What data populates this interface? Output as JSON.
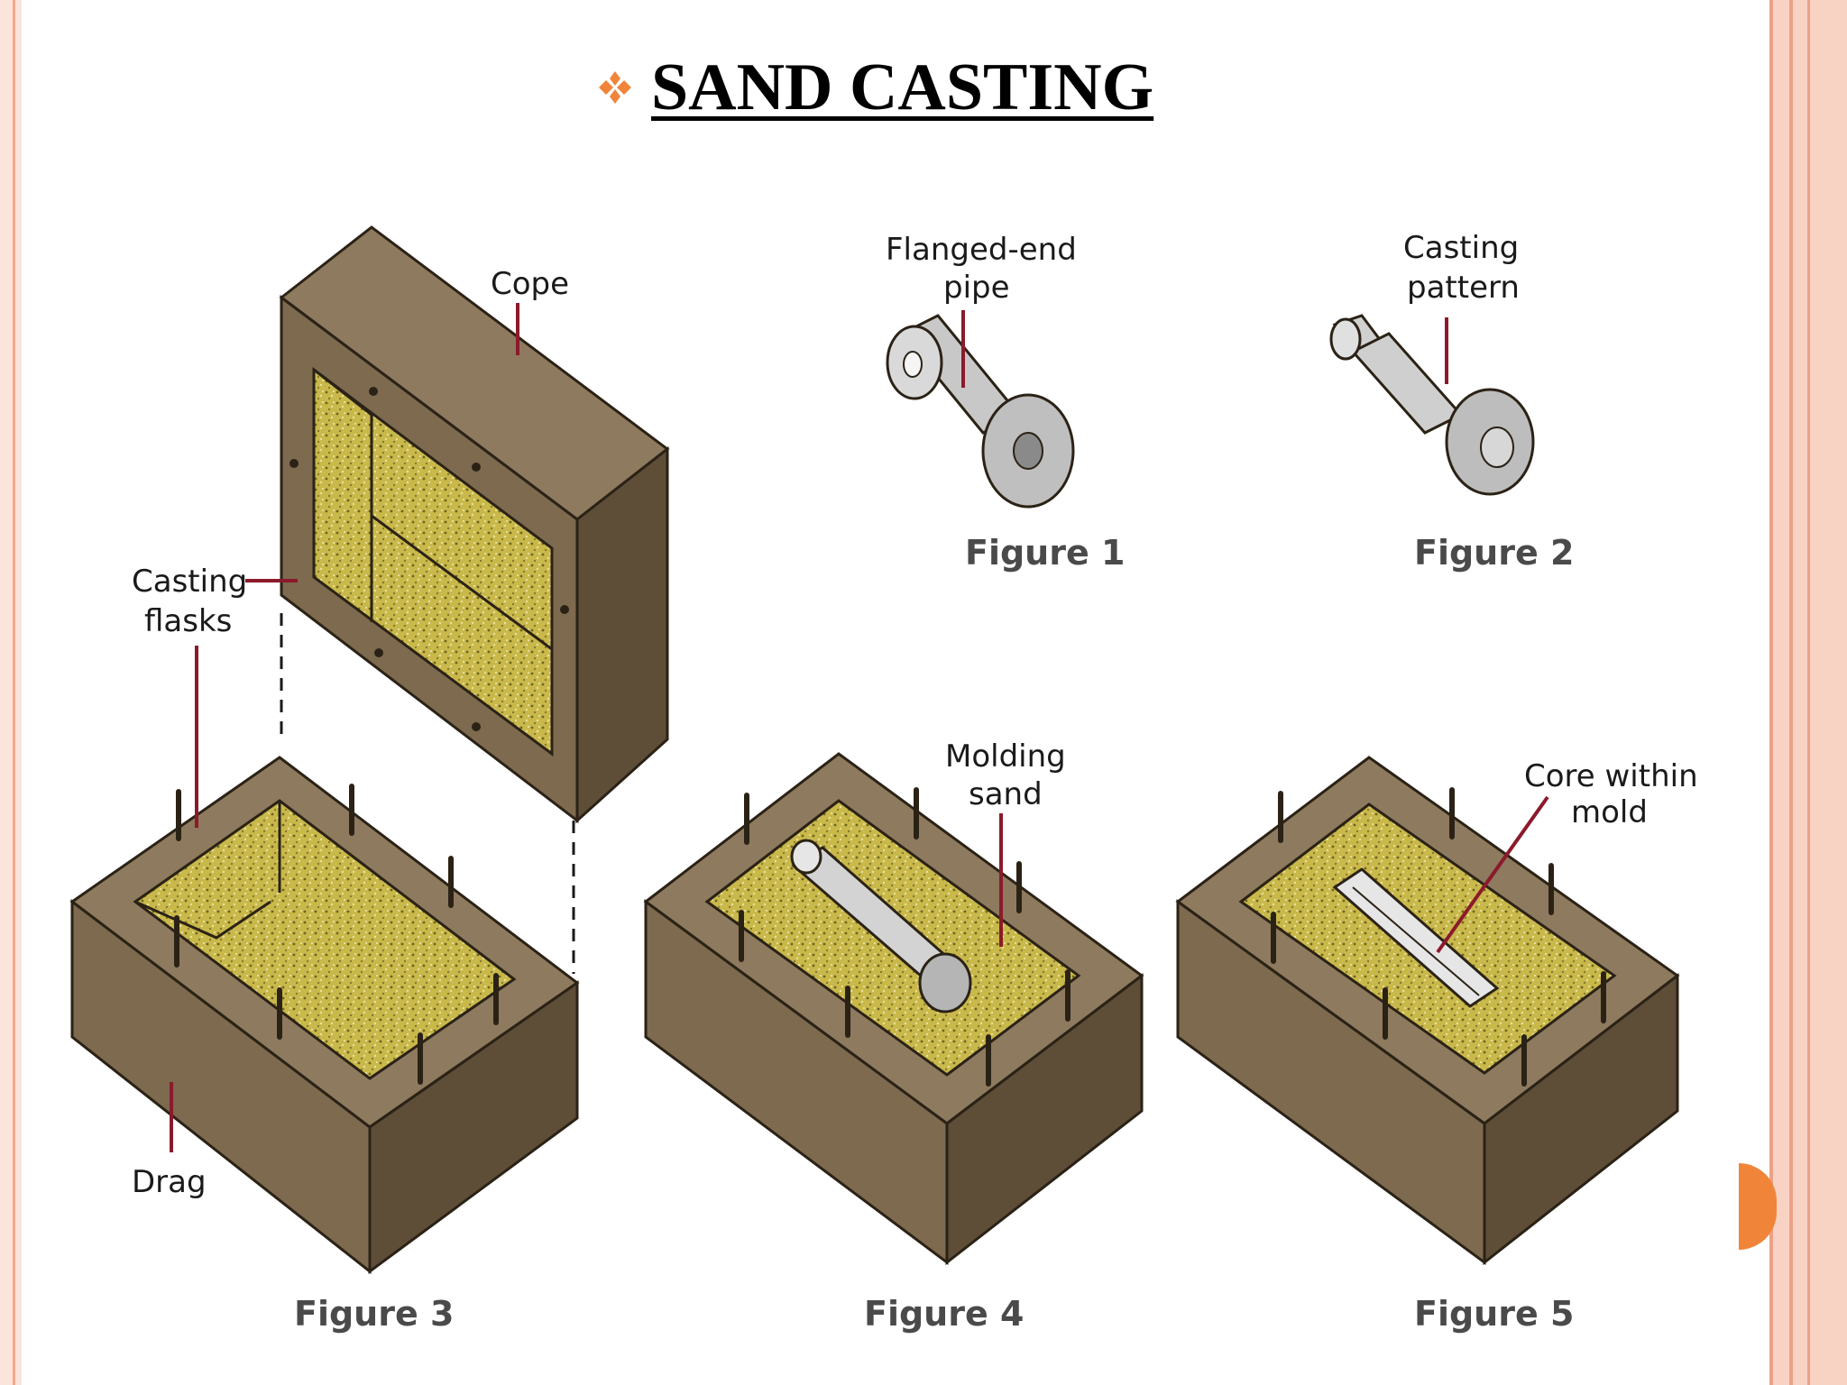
{
  "slide": {
    "title": "SAND CASTING",
    "bullet_icon": "diamond-bullet-icon",
    "accent_color": "#f0853a",
    "frame_color": "#f8d3c3"
  },
  "diagram": {
    "labels": {
      "cope": "Cope",
      "casting_flasks": [
        "Casting",
        "flasks"
      ],
      "drag": "Drag",
      "flanged_end_pipe": [
        "Flanged-end",
        "pipe"
      ],
      "casting_pattern": [
        "Casting",
        "pattern"
      ],
      "molding_sand": [
        "Molding",
        "sand"
      ],
      "core_within_mold": [
        "Core within",
        "mold"
      ]
    },
    "figures": {
      "figure1": "Figure 1",
      "figure2": "Figure 2",
      "figure3": "Figure 3",
      "figure4": "Figure 4",
      "figure5": "Figure 5"
    },
    "colors": {
      "box_top": "#8e7a5e",
      "box_front": "#7d6a4f",
      "box_side": "#5e4e38",
      "sand": "#c9b84a",
      "metal": "#c8c8c8",
      "leader": "#8b1a2b"
    }
  }
}
